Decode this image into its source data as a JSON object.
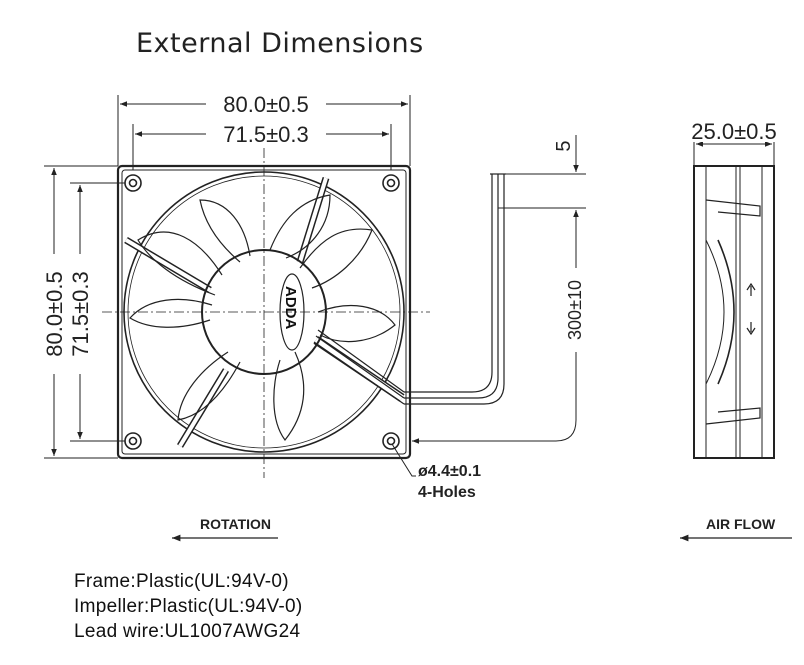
{
  "title": "External Dimensions",
  "dimensions": {
    "outer_width": "80.0±0.5",
    "hole_spacing_width": "71.5±0.3",
    "outer_height": "80.0±0.5",
    "hole_spacing_height": "71.5±0.3",
    "lead_offset": "5",
    "lead_length": "300±10",
    "thickness": "25.0±0.5",
    "hole_diameter": "ø4.4±0.1",
    "hole_count": "4-Holes"
  },
  "logo_text": "ADDA",
  "arrows": {
    "rotation_label": "ROTATION",
    "airflow_label": "AIR FLOW"
  },
  "specs": [
    "Frame:Plastic(UL:94V-0)",
    "Impeller:Plastic(UL:94V-0)",
    "Lead wire:UL1007AWG24"
  ]
}
